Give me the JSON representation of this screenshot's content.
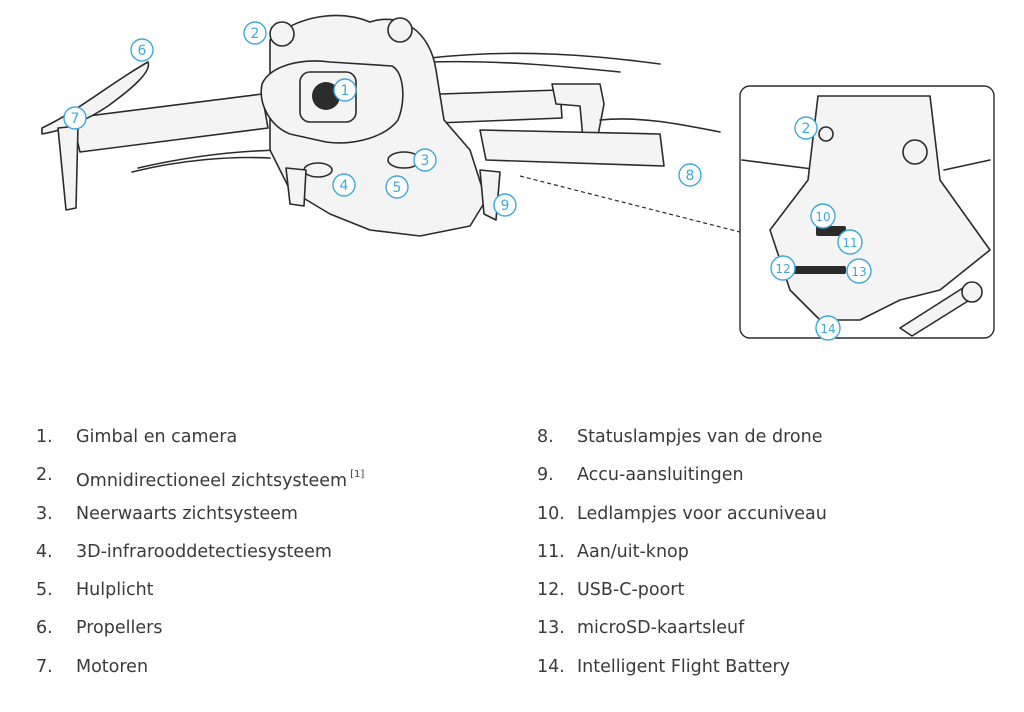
{
  "callouts": [
    "1",
    "2",
    "3",
    "4",
    "5",
    "6",
    "7",
    "8",
    "9",
    "10",
    "11",
    "12",
    "13",
    "14",
    "2"
  ],
  "legend_left": [
    {
      "num": "1.",
      "label": "Gimbal en camera"
    },
    {
      "num": "2.",
      "label": "Omnidirectioneel zichtsysteem",
      "note": "[1]"
    },
    {
      "num": "3.",
      "label": "Neerwaarts zichtsysteem"
    },
    {
      "num": "4.",
      "label": "3D-infrarooddetectiesysteem"
    },
    {
      "num": "5.",
      "label": "Hulplicht"
    },
    {
      "num": "6.",
      "label": "Propellers"
    },
    {
      "num": "7.",
      "label": "Motoren"
    }
  ],
  "legend_right": [
    {
      "num": "8.",
      "label": "Statuslampjes van de drone"
    },
    {
      "num": "9.",
      "label": "Accu-aansluitingen"
    },
    {
      "num": "10.",
      "label": "Ledlampjes voor accuniveau"
    },
    {
      "num": "11.",
      "label": "Aan/uit-knop"
    },
    {
      "num": "12.",
      "label": "USB-C-poort"
    },
    {
      "num": "13.",
      "label": "microSD-kaartsleuf"
    },
    {
      "num": "14.",
      "label": "Intelligent Flight Battery"
    }
  ],
  "colors": {
    "callout": "#3fa9d8",
    "line": "#2b2b2b",
    "text": "#3a3a3a"
  }
}
